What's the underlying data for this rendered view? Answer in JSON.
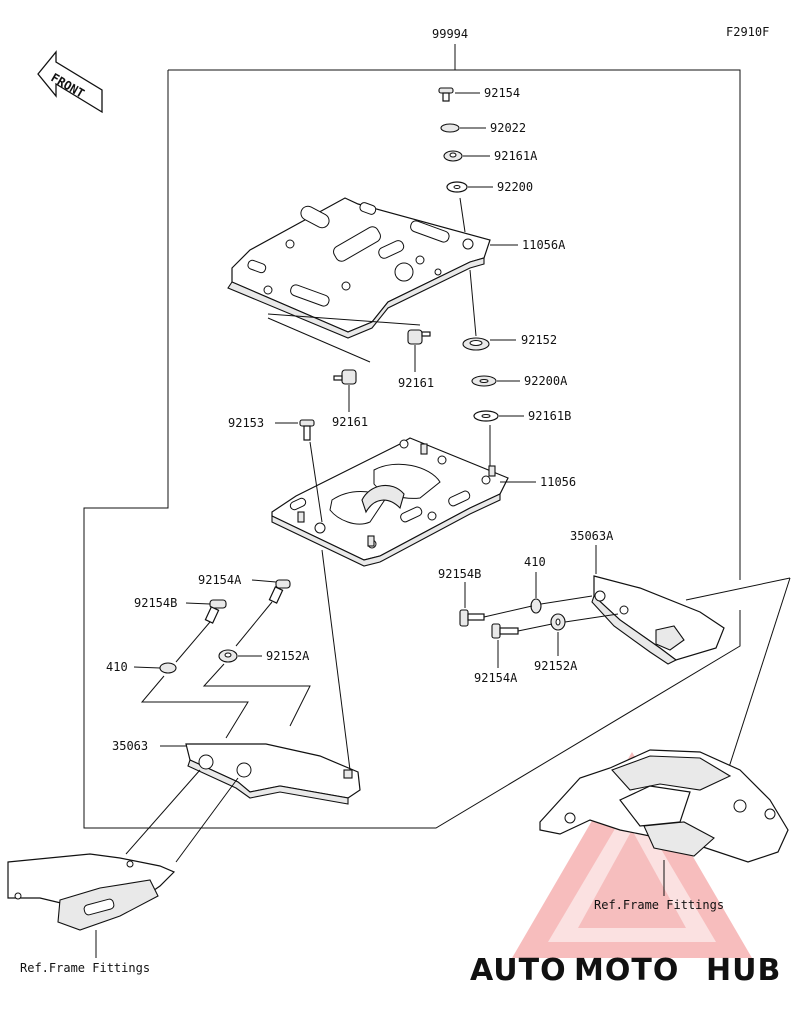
{
  "figure_code": "F2910F",
  "front_label": "FRONT",
  "assembly_label": "99994",
  "parts": {
    "p92154": "92154",
    "p92022": "92022",
    "p92161A": "92161A",
    "p92200": "92200",
    "p11056A": "11056A",
    "p92152": "92152",
    "p92161_right": "92161",
    "p92161_left": "92161",
    "p92200A": "92200A",
    "p92161B": "92161B",
    "p92153": "92153",
    "p11056": "11056",
    "p35063A": "35063A",
    "p92154A_top": "92154A",
    "p92154B_left": "92154B",
    "p410_left": "410",
    "p92152A_left": "92152A",
    "p92154B_right": "92154B",
    "p410_right": "410",
    "p92154A_right": "92154A",
    "p92152A_right": "92152A",
    "p35063": "35063"
  },
  "ref_frame_right": "Ref.Frame Fittings",
  "ref_frame_left": "Ref.Frame Fittings",
  "watermark": {
    "auto": "AUTO",
    "moto": "MOTO",
    "hub": "HUB",
    "color_primary": "#f4a7a7",
    "color_accent": "#f7c27a",
    "color_dark": "#9a9a9a"
  }
}
